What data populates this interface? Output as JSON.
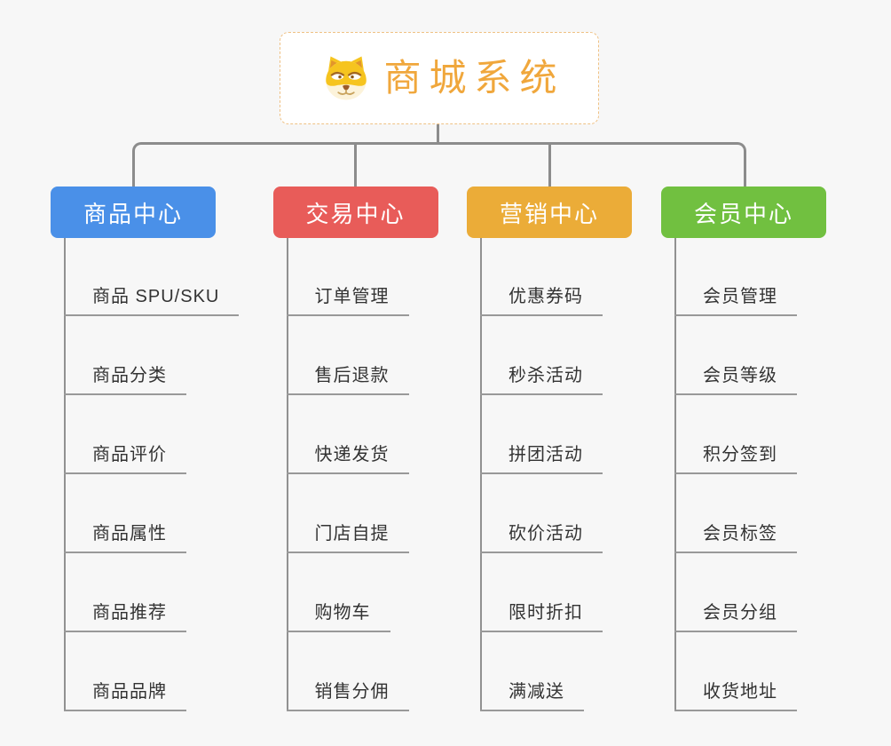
{
  "root": {
    "title": "商城系统",
    "icon": "doge-face-icon",
    "title_color": "#F0A73C",
    "border_color": "#EFC184"
  },
  "branches": [
    {
      "label": "商品中心",
      "color": "#4A90E8",
      "items": [
        "商品 SPU/SKU",
        "商品分类",
        "商品评价",
        "商品属性",
        "商品推荐",
        "商品品牌"
      ]
    },
    {
      "label": "交易中心",
      "color": "#E85C59",
      "items": [
        "订单管理",
        "售后退款",
        "快递发货",
        "门店自提",
        "购物车",
        "销售分佣"
      ]
    },
    {
      "label": "营销中心",
      "color": "#EBAC38",
      "items": [
        "优惠券码",
        "秒杀活动",
        "拼团活动",
        "砍价活动",
        "限时折扣",
        "满减送"
      ]
    },
    {
      "label": "会员中心",
      "color": "#71C040",
      "items": [
        "会员管理",
        "会员等级",
        "积分签到",
        "会员标签",
        "会员分组",
        "收货地址"
      ]
    }
  ],
  "colors": {
    "background": "#F7F7F7",
    "connector": "#8C8C8C",
    "leaf_line": "#999999",
    "leaf_text": "#333333"
  }
}
